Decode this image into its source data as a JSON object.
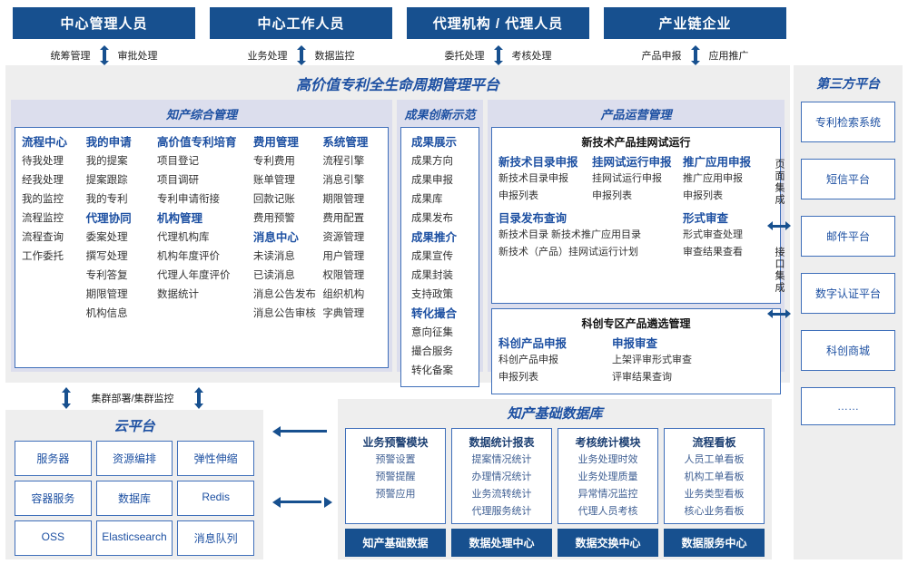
{
  "roles": [
    {
      "title": "中心管理人员",
      "left": "统筹管理",
      "right": "审批处理"
    },
    {
      "title": "中心工作人员",
      "left": "业务处理",
      "right": "数据监控"
    },
    {
      "title": "代理机构 / 代理人员",
      "left": "委托处理",
      "right": "考核处理"
    },
    {
      "title": "产业链企业",
      "left": "产品申报",
      "right": "应用推广"
    }
  ],
  "platform": {
    "title": "高价值专利全生命周期管理平台",
    "sections": [
      {
        "title": "知产综合管理",
        "columns": [
          {
            "rows": [
              {
                "t": "流程中心",
                "b": true
              },
              {
                "t": "待我处理",
                "b": false
              },
              {
                "t": "经我处理",
                "b": false
              },
              {
                "t": "我的监控",
                "b": false
              },
              {
                "t": "流程监控",
                "b": false
              },
              {
                "t": "流程查询",
                "b": false
              },
              {
                "t": "工作委托",
                "b": false
              }
            ]
          },
          {
            "rows": [
              {
                "t": "我的申请",
                "b": true
              },
              {
                "t": "我的提案",
                "b": false
              },
              {
                "t": "提案跟踪",
                "b": false
              },
              {
                "t": "我的专利",
                "b": false
              },
              {
                "t": "代理协同",
                "b": true
              },
              {
                "t": "委案处理",
                "b": false
              },
              {
                "t": "撰写处理",
                "b": false
              },
              {
                "t": "专利答复",
                "b": false
              },
              {
                "t": "期限管理",
                "b": false
              },
              {
                "t": "机构信息",
                "b": false
              }
            ]
          },
          {
            "rows": [
              {
                "t": "高价值专利培育",
                "b": true
              },
              {
                "t": "项目登记",
                "b": false
              },
              {
                "t": "项目调研",
                "b": false
              },
              {
                "t": "专利申请衔接",
                "b": false
              },
              {
                "t": "机构管理",
                "b": true
              },
              {
                "t": "代理机构库",
                "b": false
              },
              {
                "t": "机构年度评价",
                "b": false
              },
              {
                "t": "代理人年度评价",
                "b": false
              },
              {
                "t": "数据统计",
                "b": false
              }
            ]
          },
          {
            "rows": [
              {
                "t": "费用管理",
                "b": true
              },
              {
                "t": "专利费用",
                "b": false
              },
              {
                "t": "账单管理",
                "b": false
              },
              {
                "t": "回款记账",
                "b": false
              },
              {
                "t": "费用预警",
                "b": false
              },
              {
                "t": "消息中心",
                "b": true
              },
              {
                "t": "未读消息",
                "b": false
              },
              {
                "t": "已读消息",
                "b": false
              },
              {
                "t": "消息公告发布",
                "b": false
              },
              {
                "t": "消息公告审核",
                "b": false
              }
            ]
          },
          {
            "rows": [
              {
                "t": "系统管理",
                "b": true
              },
              {
                "t": "流程引擎",
                "b": false
              },
              {
                "t": "消息引擎",
                "b": false
              },
              {
                "t": "期限管理",
                "b": false
              },
              {
                "t": "费用配置",
                "b": false
              },
              {
                "t": "资源管理",
                "b": false
              },
              {
                "t": "用户管理",
                "b": false
              },
              {
                "t": "权限管理",
                "b": false
              },
              {
                "t": "组织机构",
                "b": false
              },
              {
                "t": "字典管理",
                "b": false
              }
            ]
          }
        ]
      },
      {
        "title": "成果创新示范",
        "columns": [
          {
            "rows": [
              {
                "t": "成果展示",
                "b": true
              },
              {
                "t": "成果方向",
                "b": false
              },
              {
                "t": "成果申报",
                "b": false
              },
              {
                "t": "成果库",
                "b": false
              },
              {
                "t": "成果发布",
                "b": false
              },
              {
                "t": "成果推介",
                "b": true
              },
              {
                "t": "成果宣传",
                "b": false
              },
              {
                "t": "成果封装",
                "b": false
              },
              {
                "t": "支持政策",
                "b": false
              },
              {
                "t": "转化撮合",
                "b": true
              },
              {
                "t": "意向征集",
                "b": false
              },
              {
                "t": "撮合服务",
                "b": false
              },
              {
                "t": "转化备案",
                "b": false
              }
            ]
          }
        ]
      }
    ],
    "operations": {
      "title": "产品运营管理",
      "card_top": {
        "caption": "新技术产品挂网试运行",
        "groups3": [
          {
            "head": "新技术目录申报",
            "items": [
              "新技术目录申报",
              "申报列表"
            ]
          },
          {
            "head": "挂网试运行申报",
            "items": [
              "挂网试运行申报",
              "申报列表"
            ]
          },
          {
            "head": "推广应用申报",
            "items": [
              "推广应用申报",
              "申报列表"
            ]
          }
        ],
        "groups2": [
          {
            "head": "目录发布查询",
            "items": [
              "新技术目录       新技术推广应用目录",
              "新技术（产品）挂网试运行计划"
            ]
          },
          {
            "head": "形式审查",
            "items": [
              "形式审查处理",
              "审查结果查看"
            ]
          }
        ]
      },
      "card_bottom": {
        "caption": "科创专区产品遴选管理",
        "groups": [
          {
            "head": "科创产品申报",
            "items": [
              "科创产品申报",
              "申报列表"
            ]
          },
          {
            "head": "申报审查",
            "items": [
              "上架评审形式审查",
              "评审结果查询"
            ]
          }
        ]
      }
    }
  },
  "integration": {
    "page": "页面集成",
    "api": "接口集成"
  },
  "third_party": {
    "title": "第三方平台",
    "items": [
      "专利检索系统",
      "短信平台",
      "邮件平台",
      "数字认证平台",
      "科创商城",
      "……"
    ]
  },
  "cluster_label": "集群部署/集群监控",
  "cloud": {
    "title": "云平台",
    "cells": [
      "服务器",
      "资源编排",
      "弹性伸缩",
      "容器服务",
      "数据库",
      "Redis",
      "OSS",
      "Elasticsearch",
      "消息队列"
    ]
  },
  "knowledge_db": {
    "title": "知产基础数据库",
    "columns": [
      {
        "head": "业务预警模块",
        "items": [
          "预警设置",
          "预警提醒",
          "预警应用"
        ],
        "button": "知产基础数据"
      },
      {
        "head": "数据统计报表",
        "items": [
          "提案情况统计",
          "办理情况统计",
          "业务流转统计",
          "代理服务统计"
        ],
        "button": "数据处理中心"
      },
      {
        "head": "考核统计模块",
        "items": [
          "业务处理时效",
          "业务处理质量",
          "异常情况监控",
          "代理人员考核"
        ],
        "button": "数据交换中心"
      },
      {
        "head": "流程看板",
        "items": [
          "人员工单看板",
          "机构工单看板",
          "业务类型看板",
          "核心业务看板"
        ],
        "button": "数据服务中心"
      }
    ]
  },
  "colors": {
    "primary": "#17508f",
    "accent": "#1d50a2",
    "panel": "#eeeeee",
    "band": "#dcdeed"
  }
}
